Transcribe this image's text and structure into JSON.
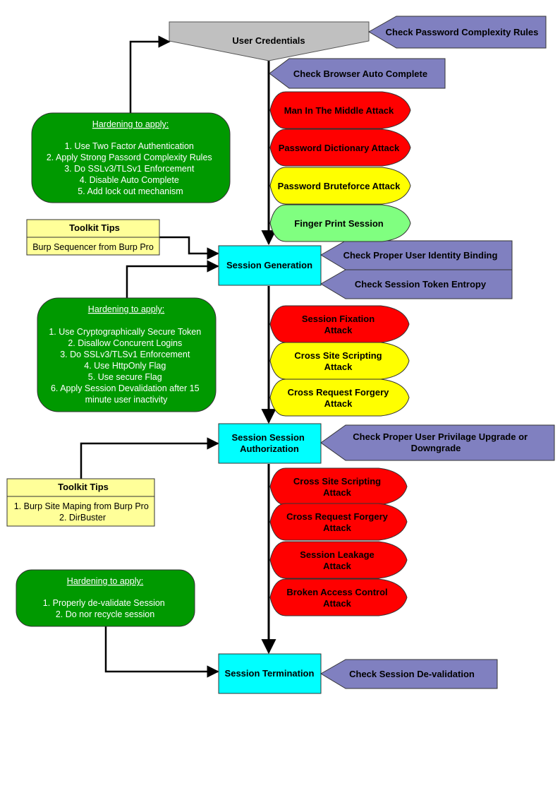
{
  "stages": {
    "user_credentials": "User Credentials",
    "session_generation": "Session Generation",
    "session_authorization": [
      "Session Session",
      "Authorization"
    ],
    "session_termination": "Session Termination"
  },
  "checks": {
    "password_complexity": "Check Password Complexity Rules",
    "browser_autocomplete": "Check Browser Auto Complete",
    "user_identity_binding": "Check Proper User Identity Binding",
    "token_entropy": "Check Session Token Entropy",
    "privilege_change": [
      "Check Proper User Privilage Upgrade or",
      "Downgrade"
    ],
    "devalidation": "Check Session De-validation"
  },
  "attacks": {
    "credentials": [
      {
        "lines": [
          "Man In The Middle Attack"
        ],
        "color": "#ff0000"
      },
      {
        "lines": [
          "Password Dictionary  Attack"
        ],
        "color": "#ff0000"
      },
      {
        "lines": [
          "Password  Bruteforce Attack"
        ],
        "color": "#ffff00"
      },
      {
        "lines": [
          "Finger Print Session"
        ],
        "color": "#80ff80"
      }
    ],
    "generation": [
      {
        "lines": [
          "Session Fixation",
          "Attack"
        ],
        "color": "#ff0000"
      },
      {
        "lines": [
          "Cross Site Scripting",
          "Attack"
        ],
        "color": "#ffff00"
      },
      {
        "lines": [
          "Cross Request Forgery",
          "Attack"
        ],
        "color": "#ffff00"
      }
    ],
    "authorization": [
      {
        "lines": [
          "Cross Site Scripting",
          "Attack"
        ],
        "color": "#ff0000"
      },
      {
        "lines": [
          "Cross Request Forgery",
          "Attack"
        ],
        "color": "#ff0000"
      },
      {
        "lines": [
          "Session Leakage",
          "Attack"
        ],
        "color": "#ff0000"
      },
      {
        "lines": [
          "Broken Access Control",
          "Attack"
        ],
        "color": "#ff0000"
      }
    ]
  },
  "hardening": {
    "credentials": {
      "title": "Hardening to apply:",
      "items": [
        "1. Use Two Factor Authentication",
        "2. Apply Strong Passord Complexity Rules",
        "3. Do SSLv3/TLSv1 Enforcement",
        "4. Disable Auto Complete",
        "5. Add lock out mechanism"
      ]
    },
    "generation": {
      "title": "Hardening to apply:",
      "items": [
        "1. Use Cryptographically Secure Token",
        "2. Disallow Concurent Logins",
        "3. Do SSLv3/TLSv1 Enforcement",
        "4. Use HttpOnly Flag",
        "5. Use secure Flag",
        "6. Apply Session Devalidation after 15",
        "minute user inactivity"
      ]
    },
    "termination": {
      "title": "Hardening to apply:",
      "items": [
        "1. Properly de-validate Session",
        "2. Do nor recycle session"
      ]
    }
  },
  "toolkit_tips": {
    "generation": {
      "title": "Toolkit Tips",
      "items": [
        "Burp Sequencer from Burp Pro"
      ]
    },
    "authorization": {
      "title": "Toolkit Tips",
      "items": [
        "1. Burp Site Maping from Burp Pro",
        "2. DirBuster"
      ]
    }
  },
  "colors": {
    "stage": "#00ffff",
    "start": "#c0c0c0",
    "check": "#8080c0",
    "hardening": "#009900",
    "tips": "#ffff99",
    "line": "#000000"
  }
}
